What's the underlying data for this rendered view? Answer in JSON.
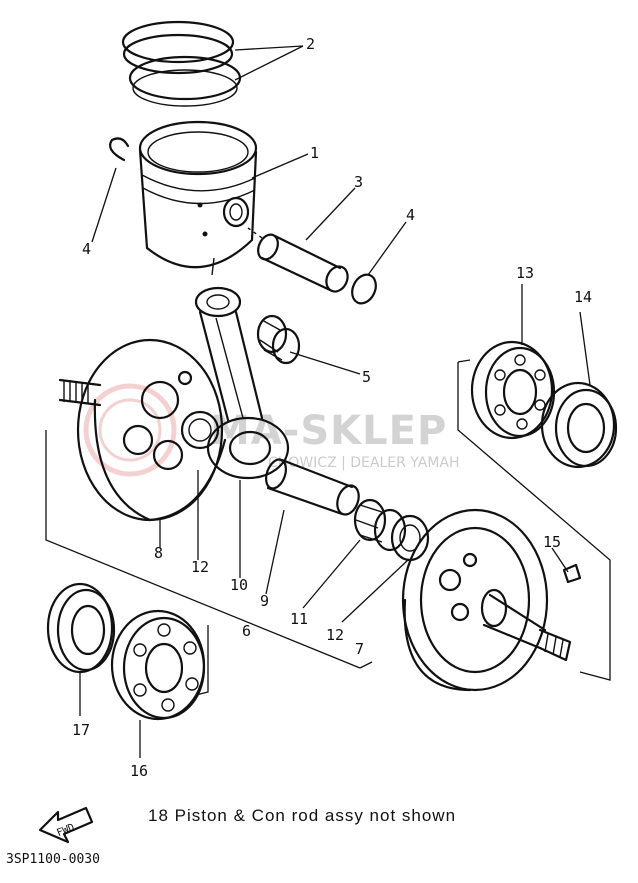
{
  "watermark": {
    "brand": "MA-SKLEP",
    "sub": "CHOWICZ | DEALER YAMAH"
  },
  "note": "18 Piston & Con rod assy not shown",
  "diagram_code": "3SP1100-0030",
  "fwd_label": "FWD",
  "callouts": {
    "c1": "1",
    "c2": "2",
    "c3": "3",
    "c4a": "4",
    "c4b": "4",
    "c5": "5",
    "c6": "6",
    "c7": "7",
    "c8": "8",
    "c9": "9",
    "c10": "10",
    "c11": "11",
    "c12a": "12",
    "c12b": "12",
    "c13": "13",
    "c14": "14",
    "c15": "15",
    "c16": "16",
    "c17": "17"
  }
}
